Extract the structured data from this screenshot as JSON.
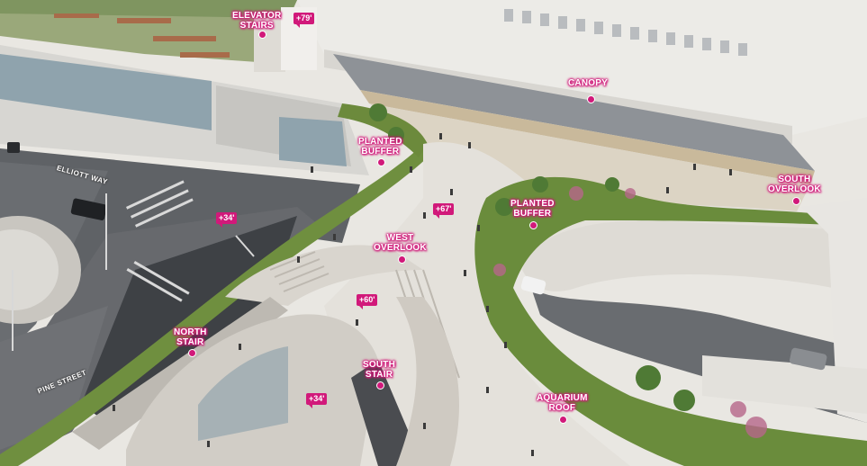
{
  "colors": {
    "accent": "#d1197a"
  },
  "labels": {
    "elevator_stairs": [
      "ELEVATOR",
      "STAIRS"
    ],
    "canopy": [
      "CANOPY"
    ],
    "planted_buffer_west": [
      "PLANTED",
      "BUFFER"
    ],
    "south_overlook": [
      "SOUTH",
      "OVERLOOK"
    ],
    "planted_buffer_east": [
      "PLANTED",
      "BUFFER"
    ],
    "west_overlook": [
      "WEST",
      "OVERLOOK"
    ],
    "north_stair": [
      "NORTH",
      "STAIR"
    ],
    "south_stair": [
      "SOUTH",
      "STAIR"
    ],
    "aquarium_roof": [
      "AQUARIUM",
      "ROOF"
    ]
  },
  "elevations": {
    "elev_79": "+79'",
    "elev_67": "+67'",
    "elev_34_upper": "+34'",
    "elev_60": "+60'",
    "elev_34_lower": "+34'"
  },
  "streets": {
    "elliott_way": "ELLIOTT WAY",
    "pine_street": "PINE STREET"
  }
}
